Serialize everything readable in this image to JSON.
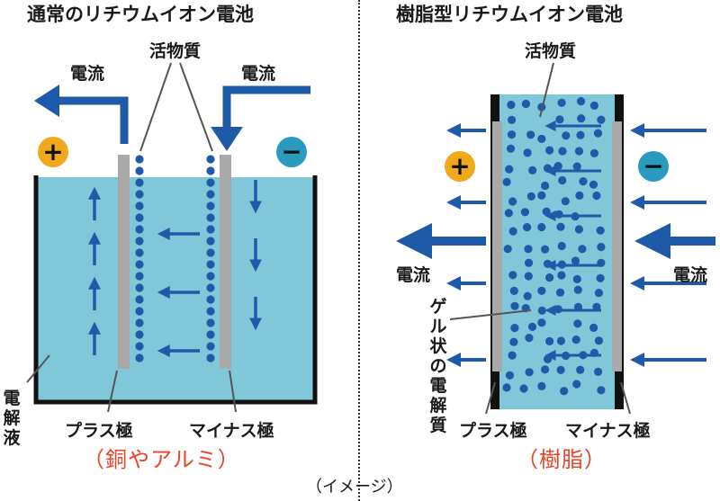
{
  "left_panel": {
    "title": "通常のリチウムイオン電池",
    "active_material_label": "活物質",
    "current_left_label": "電流",
    "current_right_label": "電流",
    "plus_symbol": "+",
    "minus_symbol": "−",
    "electrolyte_label": "電解液",
    "positive_electrode_label": "プラス極",
    "negative_electrode_label": "マイナス極",
    "collector_note": "（銅やアルミ）"
  },
  "right_panel": {
    "title": "樹脂型リチウムイオン電池",
    "active_material_label": "活物質",
    "current_left_label": "電流",
    "current_right_label": "電流",
    "plus_symbol": "+",
    "minus_symbol": "−",
    "gel_electrolyte_label": "ゲル状の電解質",
    "positive_electrode_label": "プラス極",
    "negative_electrode_label": "マイナス極",
    "collector_note": "（樹脂）"
  },
  "caption": "（イメージ）",
  "colors": {
    "arrow_blue": "#1f5aa8",
    "electrolyte": "#7fc7d9",
    "dot_blue": "#1f5aa8",
    "electrode_gray": "#a9a9a9",
    "plus_badge": "#f0a91c",
    "minus_badge": "#2a9bbf",
    "note_red": "#e8442a"
  }
}
